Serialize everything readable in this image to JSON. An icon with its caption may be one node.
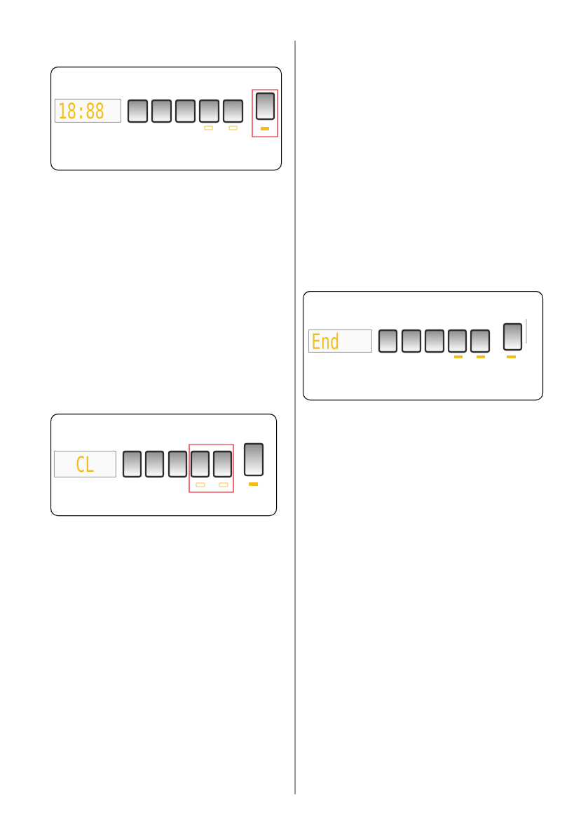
{
  "diagram": {
    "nodes": [
      {
        "text": [],
        "shape": "box"
      },
      {
        "text": [
          "18:88"
        ],
        "in": 0
      },
      {
        "text": [],
        "shape": "box"
      },
      {
        "text": [
          "CL"
        ],
        "in": 2
      },
      {
        "text": [],
        "shape": "box"
      },
      {
        "text": [
          "End"
        ],
        "in": 4
      }
    ]
  }
}
